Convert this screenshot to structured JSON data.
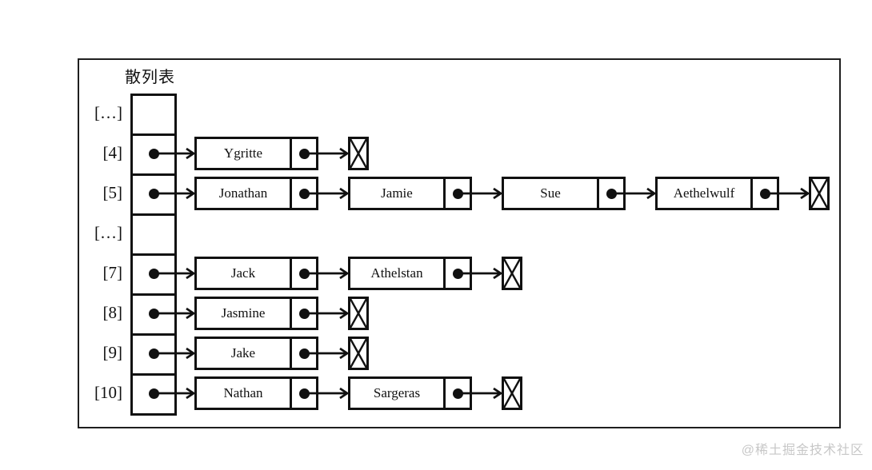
{
  "title": "散列表",
  "watermark": "@稀土掘金技术社区",
  "colors": {
    "line": "#111111",
    "frame": "#1f1f1f",
    "background": "#ffffff",
    "watermark": "#c7c7c7"
  },
  "diagram_type": "hash-table-separate-chaining",
  "null_marker": "X",
  "buckets": [
    {
      "label": "[…]",
      "empty": true,
      "chain": []
    },
    {
      "label": "[4]",
      "empty": false,
      "chain": [
        "Ygritte"
      ]
    },
    {
      "label": "[5]",
      "empty": false,
      "chain": [
        "Jonathan",
        "Jamie",
        "Sue",
        "Aethelwulf"
      ]
    },
    {
      "label": "[…]",
      "empty": true,
      "chain": []
    },
    {
      "label": "[7]",
      "empty": false,
      "chain": [
        "Jack",
        "Athelstan"
      ]
    },
    {
      "label": "[8]",
      "empty": false,
      "chain": [
        "Jasmine"
      ]
    },
    {
      "label": "[9]",
      "empty": false,
      "chain": [
        "Jake"
      ]
    },
    {
      "label": "[10]",
      "empty": false,
      "chain": [
        "Nathan",
        "Sargeras"
      ]
    }
  ]
}
